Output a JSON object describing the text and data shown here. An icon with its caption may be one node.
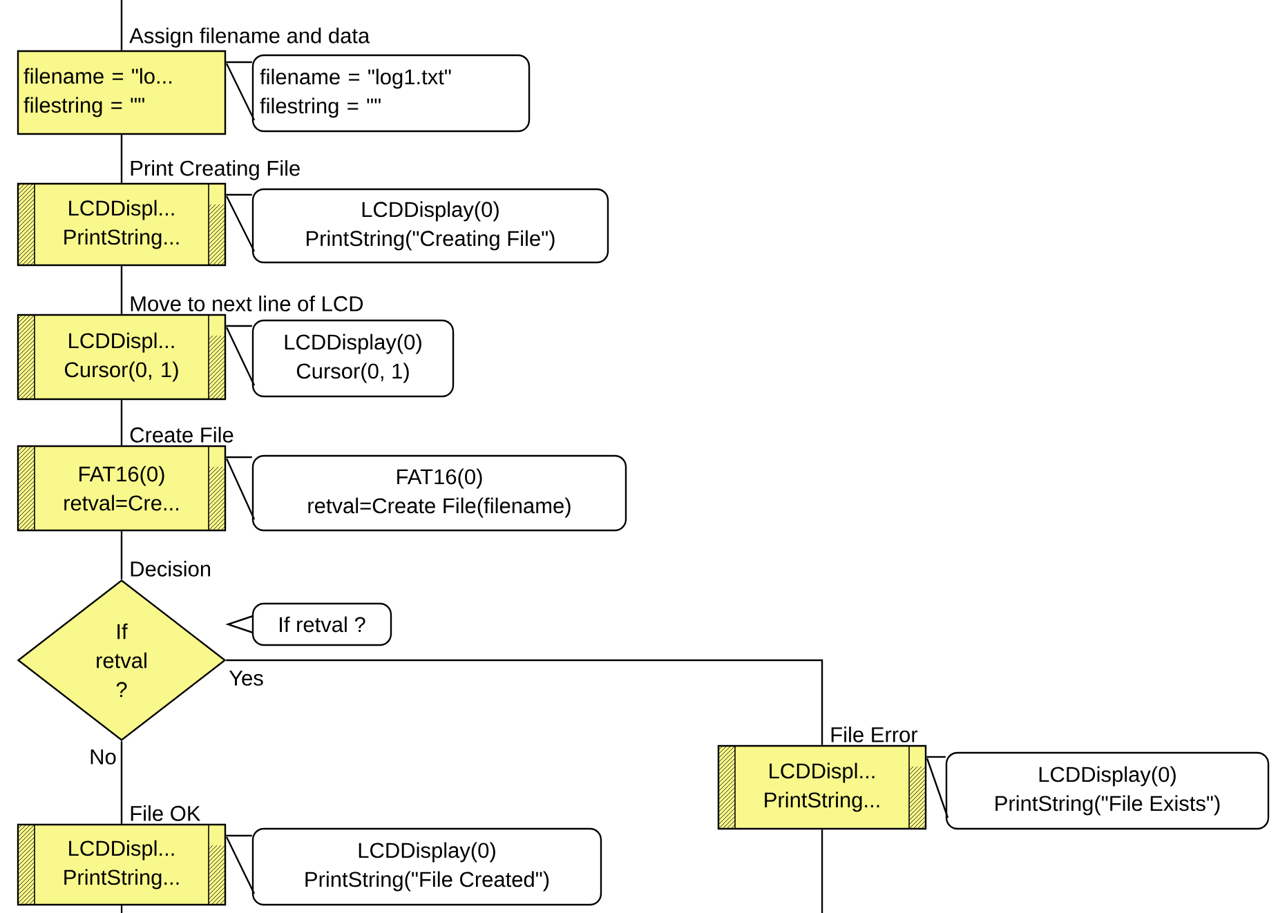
{
  "diagram": {
    "nodes": [
      {
        "text": [
          "Assign filename and data",
          "filename = \"lo...",
          "filestring = \"\""
        ]
      },
      {
        "text": [
          "filename = \"log1.txt\"",
          "filestring = \"\""
        ]
      },
      {
        "text": [
          "Print Creating File",
          "LCDDispl...",
          "PrintString..."
        ]
      },
      {
        "text": [
          "LCDDisplay(0)",
          "PrintString(\"Creating File\")"
        ]
      },
      {
        "text": [
          "Move to next line of LCD",
          "LCDDispl...",
          "Cursor(0, 1)"
        ]
      },
      {
        "text": [
          "LCDDisplay(0)",
          "Cursor(0, 1)"
        ]
      },
      {
        "text": [
          "Create File",
          "FAT16(0)",
          "retval=Cre..."
        ]
      },
      {
        "text": [
          "FAT16(0)",
          "retval=Create File(filename)"
        ]
      },
      {
        "text": [
          "Decision",
          "If retval ?"
        ]
      },
      {
        "text": [
          "If retval ?"
        ]
      },
      {
        "text": [
          "File Error",
          "LCDDispl...",
          "PrintString..."
        ]
      },
      {
        "text": [
          "LCDDisplay(0)",
          "PrintString(\"File Exists\")"
        ]
      },
      {
        "text": [
          "File OK",
          "LCDDispl...",
          "PrintString..."
        ]
      },
      {
        "text": [
          "LCDDisplay(0)",
          "PrintString(\"File Created\")"
        ]
      }
    ],
    "edges": [
      {
        "from": null,
        "to": 0,
        "arrow": "none"
      },
      {
        "from": 0,
        "to": 1,
        "arrow": "none"
      },
      {
        "from": 0,
        "to": 2,
        "arrow": "none"
      },
      {
        "from": 2,
        "to": 3,
        "arrow": "none"
      },
      {
        "from": 2,
        "to": 4,
        "arrow": "none"
      },
      {
        "from": 4,
        "to": 5,
        "arrow": "none"
      },
      {
        "from": 4,
        "to": 6,
        "arrow": "none"
      },
      {
        "from": 6,
        "to": 7,
        "arrow": "none"
      },
      {
        "from": 6,
        "to": 8,
        "arrow": "none"
      },
      {
        "from": 8,
        "to": 10,
        "arrow": "none",
        "label": "Yes"
      },
      {
        "from": 8,
        "to": 12,
        "arrow": "none",
        "label": "No"
      },
      {
        "from": 10,
        "to": 11,
        "arrow": "none"
      },
      {
        "from": 12,
        "to": 13,
        "arrow": "none"
      },
      {
        "from": 10,
        "to": null,
        "arrow": "none"
      },
      {
        "from": 12,
        "to": null,
        "arrow": "none"
      }
    ]
  }
}
